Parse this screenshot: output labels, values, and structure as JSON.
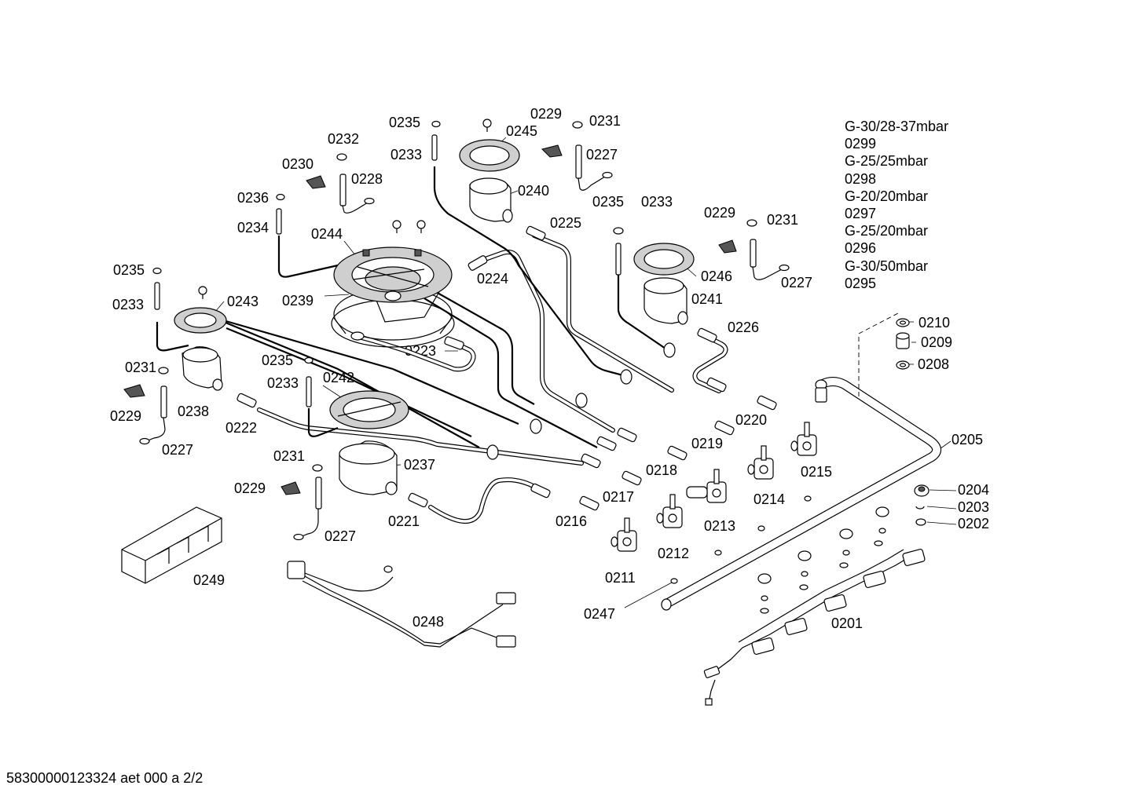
{
  "footer": "58300000123324 aet 000 a 2/2",
  "gas_variants": [
    {
      "gas": "G-30/28-37mbar",
      "part": "0299"
    },
    {
      "gas": "G-25/25mbar",
      "part": "0298"
    },
    {
      "gas": "G-20/20mbar",
      "part": "0297"
    },
    {
      "gas": "G-25/20mbar",
      "part": "0296"
    },
    {
      "gas": "G-30/50mbar",
      "part": "0295"
    }
  ],
  "labels": [
    {
      "id": "lbl-0235-a",
      "text": "0235"
    },
    {
      "id": "lbl-0229-a",
      "text": "0229"
    },
    {
      "id": "lbl-0231-a",
      "text": "0231"
    },
    {
      "id": "lbl-0245",
      "text": "0245"
    },
    {
      "id": "lbl-0233-a",
      "text": "0233"
    },
    {
      "id": "lbl-0227-a",
      "text": "0227"
    },
    {
      "id": "lbl-0232",
      "text": "0232"
    },
    {
      "id": "lbl-0230",
      "text": "0230"
    },
    {
      "id": "lbl-0228",
      "text": "0228"
    },
    {
      "id": "lbl-0240",
      "text": "0240"
    },
    {
      "id": "lbl-0236",
      "text": "0236"
    },
    {
      "id": "lbl-0235-b",
      "text": "0235"
    },
    {
      "id": "lbl-0233-b",
      "text": "0233"
    },
    {
      "id": "lbl-0229-b",
      "text": "0229"
    },
    {
      "id": "lbl-0231-b",
      "text": "0231"
    },
    {
      "id": "lbl-0225",
      "text": "0225"
    },
    {
      "id": "lbl-0234",
      "text": "0234"
    },
    {
      "id": "lbl-0244",
      "text": "0244"
    },
    {
      "id": "lbl-0235-c",
      "text": "0235"
    },
    {
      "id": "lbl-0224",
      "text": "0224"
    },
    {
      "id": "lbl-0246",
      "text": "0246"
    },
    {
      "id": "lbl-0227-b",
      "text": "0227"
    },
    {
      "id": "lbl-0233-c",
      "text": "0233"
    },
    {
      "id": "lbl-0243",
      "text": "0243"
    },
    {
      "id": "lbl-0239",
      "text": "0239"
    },
    {
      "id": "lbl-0241",
      "text": "0241"
    },
    {
      "id": "lbl-0226",
      "text": "0226"
    },
    {
      "id": "lbl-0210",
      "text": "0210"
    },
    {
      "id": "lbl-0209",
      "text": "0209"
    },
    {
      "id": "lbl-0223",
      "text": "0223"
    },
    {
      "id": "lbl-0231-c",
      "text": "0231"
    },
    {
      "id": "lbl-0235-d",
      "text": "0235"
    },
    {
      "id": "lbl-0208",
      "text": "0208"
    },
    {
      "id": "lbl-0242",
      "text": "0242"
    },
    {
      "id": "lbl-0233-d",
      "text": "0233"
    },
    {
      "id": "lbl-0238",
      "text": "0238"
    },
    {
      "id": "lbl-0229-c",
      "text": "0229"
    },
    {
      "id": "lbl-0222",
      "text": "0222"
    },
    {
      "id": "lbl-0220",
      "text": "0220"
    },
    {
      "id": "lbl-0205",
      "text": "0205"
    },
    {
      "id": "lbl-0227-c",
      "text": "0227"
    },
    {
      "id": "lbl-0219",
      "text": "0219"
    },
    {
      "id": "lbl-0237",
      "text": "0237"
    },
    {
      "id": "lbl-0231-d",
      "text": "0231"
    },
    {
      "id": "lbl-0218",
      "text": "0218"
    },
    {
      "id": "lbl-0215",
      "text": "0215"
    },
    {
      "id": "lbl-0229-d",
      "text": "0229"
    },
    {
      "id": "lbl-0204",
      "text": "0204"
    },
    {
      "id": "lbl-0217",
      "text": "0217"
    },
    {
      "id": "lbl-0214",
      "text": "0214"
    },
    {
      "id": "lbl-0203",
      "text": "0203"
    },
    {
      "id": "lbl-0221",
      "text": "0221"
    },
    {
      "id": "lbl-0216",
      "text": "0216"
    },
    {
      "id": "lbl-0213",
      "text": "0213"
    },
    {
      "id": "lbl-0202",
      "text": "0202"
    },
    {
      "id": "lbl-0227-d",
      "text": "0227"
    },
    {
      "id": "lbl-0212",
      "text": "0212"
    },
    {
      "id": "lbl-0249",
      "text": "0249"
    },
    {
      "id": "lbl-0211",
      "text": "0211"
    },
    {
      "id": "lbl-0248",
      "text": "0248"
    },
    {
      "id": "lbl-0247",
      "text": "0247"
    },
    {
      "id": "lbl-0201",
      "text": "0201"
    }
  ]
}
